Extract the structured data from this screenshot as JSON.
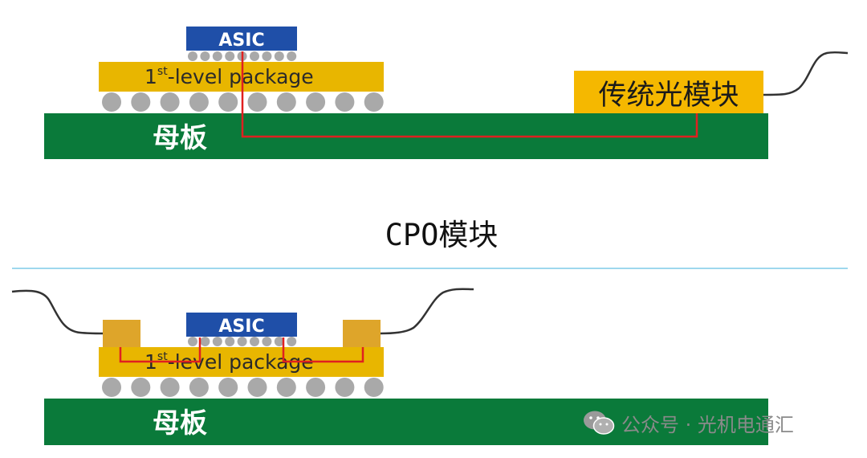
{
  "top": {
    "asic_label": "ASIC",
    "package_label_main": "1",
    "package_label_sup": "st",
    "package_label_rest": "-level package",
    "board_label": "母板",
    "module_label": "传统光模块"
  },
  "section_title": "CPO模块",
  "bottom": {
    "asic_label": "ASIC",
    "package_label_main": "1",
    "package_label_sup": "st",
    "package_label_rest": "-level package",
    "board_label": "母板"
  },
  "watermark": {
    "icon": "wechat-icon",
    "text": "公众号 · 光机电通汇"
  },
  "colors": {
    "board": "#0a7a3a",
    "package": "#e8b600",
    "asic": "#1f4fa8",
    "ball": "#a9a9a9",
    "trace": "#e02020",
    "module": "#f5b800",
    "cpo_block": "#dea52a",
    "fiber": "#333333",
    "divider": "#7fcbe8"
  }
}
